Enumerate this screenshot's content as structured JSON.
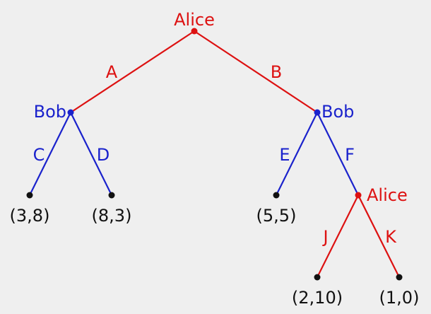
{
  "colors": {
    "alice": "#dd1111",
    "bob": "#1a22cc",
    "terminal": "#111111",
    "background": "#efefef"
  },
  "nodes": {
    "root": {
      "player": "Alice"
    },
    "bob_left": {
      "player": "Bob"
    },
    "bob_right": {
      "player": "Bob"
    },
    "alice_lower": {
      "player": "Alice"
    }
  },
  "edges": {
    "A": "A",
    "B": "B",
    "C": "C",
    "D": "D",
    "E": "E",
    "F": "F",
    "J": "J",
    "K": "K"
  },
  "payoffs": {
    "c_leaf": "(3,8)",
    "d_leaf": "(8,3)",
    "e_leaf": "(5,5)",
    "j_leaf": "(2,10)",
    "k_leaf": "(1,0)"
  }
}
